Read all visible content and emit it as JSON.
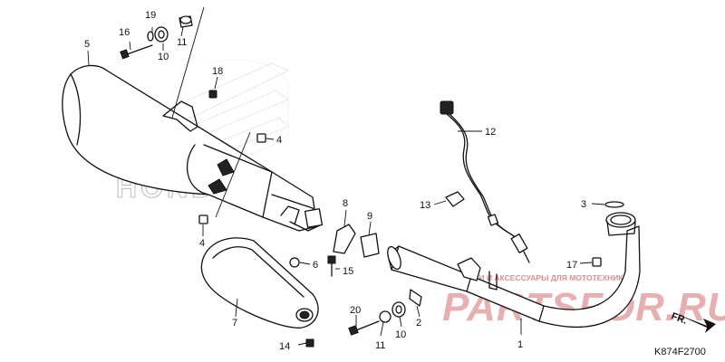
{
  "diagram": {
    "code": "K874F2700",
    "direction_label": "FR.",
    "brand_watermark": "HONDA",
    "shop_watermark_big": "PARTSFOR.RU",
    "shop_watermark_small": "ЗАПЧАСТИ И АКСЕССУАРЫ ДЛЯ МОТОТЕХНИКИ",
    "callouts": [
      {
        "id": "c1",
        "label": "1"
      },
      {
        "id": "c2",
        "label": "2"
      },
      {
        "id": "c3",
        "label": "3"
      },
      {
        "id": "c4a",
        "label": "4"
      },
      {
        "id": "c4b",
        "label": "4"
      },
      {
        "id": "c5",
        "label": "5"
      },
      {
        "id": "c6",
        "label": "6"
      },
      {
        "id": "c7",
        "label": "7"
      },
      {
        "id": "c8",
        "label": "8"
      },
      {
        "id": "c9",
        "label": "9"
      },
      {
        "id": "c10a",
        "label": "10"
      },
      {
        "id": "c10b",
        "label": "10"
      },
      {
        "id": "c11a",
        "label": "11"
      },
      {
        "id": "c11b",
        "label": "11"
      },
      {
        "id": "c12",
        "label": "12"
      },
      {
        "id": "c13",
        "label": "13"
      },
      {
        "id": "c14",
        "label": "14"
      },
      {
        "id": "c15",
        "label": "15"
      },
      {
        "id": "c16",
        "label": "16"
      },
      {
        "id": "c17",
        "label": "17"
      },
      {
        "id": "c18",
        "label": "18"
      },
      {
        "id": "c19",
        "label": "19"
      },
      {
        "id": "c20",
        "label": "20"
      }
    ]
  }
}
